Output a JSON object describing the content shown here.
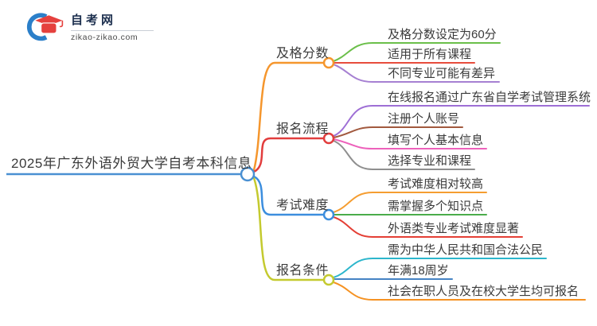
{
  "logo": {
    "title": "自考网",
    "domain": "zikao-zikao.com",
    "icon": "graduation-cap-icon",
    "colors": {
      "ring": "#2b7fc9",
      "cap": "#e5413e",
      "title": "#1c2f4e",
      "domain": "#4a4a4a"
    }
  },
  "mindmap": {
    "root": {
      "label": "2025年广东外语外贸大学自考本科信息",
      "color": "#4a90d2"
    },
    "branches": [
      {
        "label": "及格分数",
        "color": "#f5962d",
        "children": [
          {
            "label": "及格分数设定为60分",
            "color": "#6bbf4a"
          },
          {
            "label": "适用于所有课程",
            "color": "#e74c3c"
          },
          {
            "label": "不同专业可能有差异",
            "color": "#a680d2"
          }
        ]
      },
      {
        "label": "报名流程",
        "color": "#e23d3d",
        "children": [
          {
            "label": "在线报名通过广东省自学考试管理系统",
            "color": "#9e6fd5"
          },
          {
            "label": "注册个人账号",
            "color": "#a2593e"
          },
          {
            "label": "填写个人基本信息",
            "color": "#ed61bb"
          },
          {
            "label": "选择专业和课程",
            "color": "#8f8f8f"
          }
        ]
      },
      {
        "label": "考试难度",
        "color": "#3c8ede",
        "children": [
          {
            "label": "考试难度相对较高",
            "color": "#f59d31"
          },
          {
            "label": "需掌握多个知识点",
            "color": "#4aac4a"
          },
          {
            "label": "外语类专业考试难度显著",
            "color": "#e43f35"
          }
        ]
      },
      {
        "label": "报名条件",
        "color": "#c4ca2f",
        "children": [
          {
            "label": "需为中华人民共和国合法公民",
            "color": "#2cb6cc"
          },
          {
            "label": "年满18周岁",
            "color": "#4583c4"
          },
          {
            "label": "社会在职人员及在校大学生均可报名",
            "color": "#f59222"
          }
        ]
      }
    ]
  }
}
